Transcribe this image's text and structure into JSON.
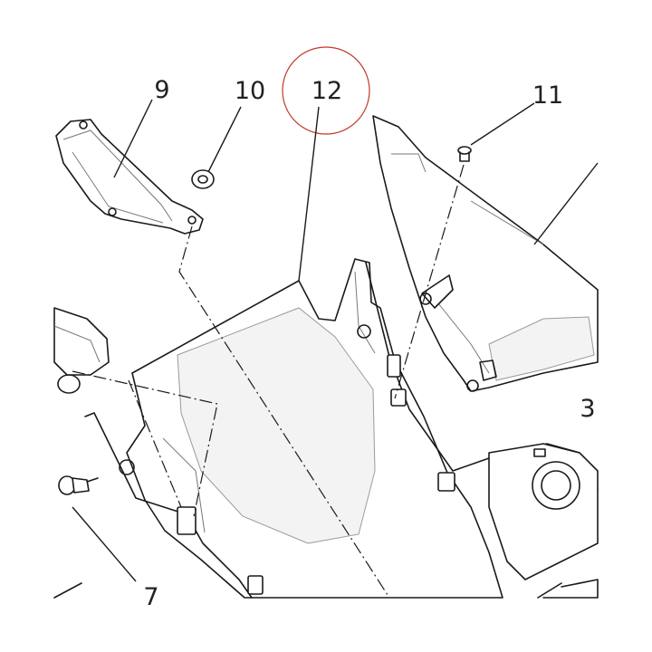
{
  "callouts": {
    "c9": "9",
    "c10": "10",
    "c11": "11",
    "c12": "12",
    "c3": "3",
    "c7": "7"
  },
  "highlight_color": "#c0392b",
  "line_color": "#1a1a1a"
}
